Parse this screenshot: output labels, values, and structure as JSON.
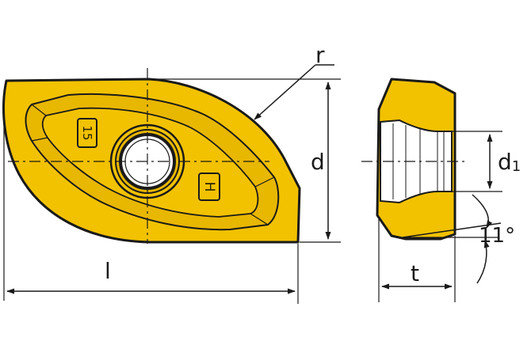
{
  "diagram": {
    "front_view": {
      "corner_radius_label": "r",
      "height_label": "d",
      "length_label": "l",
      "marking_size": "15",
      "marking_code": "H"
    },
    "side_view": {
      "hole_diameter_label": "d",
      "hole_diameter_subscript": "1",
      "thickness_label": "t",
      "clearance_angle": "11°"
    },
    "colors": {
      "insert_fill": "#f2c200",
      "outline": "#1a1a1a",
      "background": "#ffffff"
    }
  }
}
